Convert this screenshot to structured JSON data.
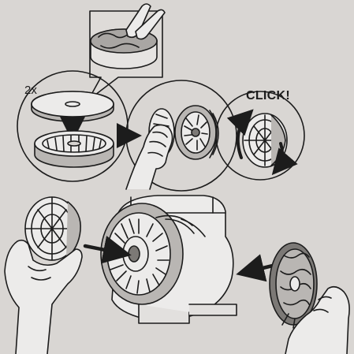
{
  "labels": {
    "multiplier": "2x",
    "click_text": "CLICK!"
  },
  "colors": {
    "paper": "#d9d6d3",
    "line": "#1c1c1c",
    "fill_light": "#ecebea",
    "fill_gray": "#b9b6b3",
    "fill_dark": "#7c7976"
  },
  "steps": [
    {
      "id": "step-1",
      "description_icon": "filter-pad-insert"
    },
    {
      "id": "step-2",
      "description_icon": "filter-lock-rotate"
    },
    {
      "id": "step-3",
      "description_icon": "filter-attach-to-motor"
    }
  ]
}
